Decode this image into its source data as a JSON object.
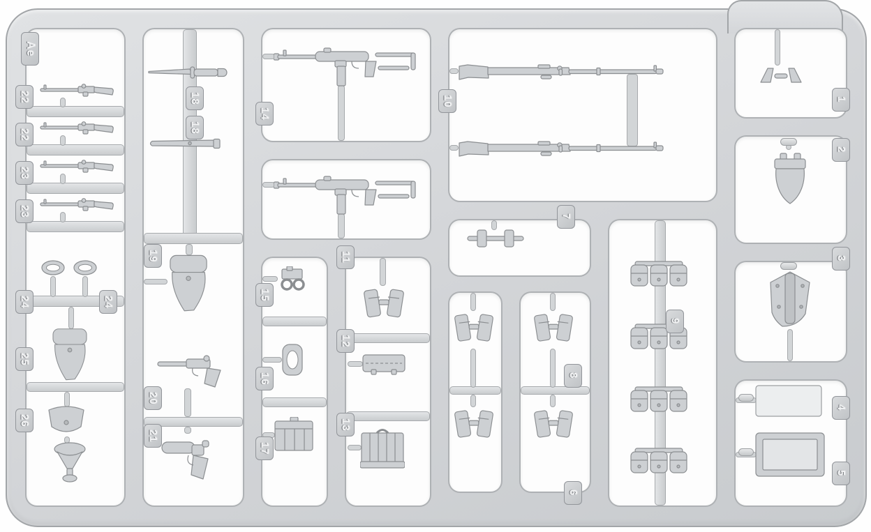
{
  "sprue": {
    "label": "Ae"
  },
  "tags": [
    {
      "id": "22a",
      "label": "22"
    },
    {
      "id": "22b",
      "label": "22"
    },
    {
      "id": "23a",
      "label": "23"
    },
    {
      "id": "23b",
      "label": "23"
    },
    {
      "id": "24a",
      "label": "24"
    },
    {
      "id": "24b",
      "label": "24"
    },
    {
      "id": "25",
      "label": "25"
    },
    {
      "id": "26",
      "label": "26"
    },
    {
      "id": "18a",
      "label": "18"
    },
    {
      "id": "18b",
      "label": "18"
    },
    {
      "id": "19",
      "label": "19"
    },
    {
      "id": "20",
      "label": "20"
    },
    {
      "id": "21",
      "label": "21"
    },
    {
      "id": "14",
      "label": "14"
    },
    {
      "id": "15",
      "label": "15"
    },
    {
      "id": "16",
      "label": "16"
    },
    {
      "id": "17",
      "label": "17"
    },
    {
      "id": "11",
      "label": "11"
    },
    {
      "id": "12",
      "label": "12"
    },
    {
      "id": "13",
      "label": "13"
    },
    {
      "id": "10",
      "label": "10"
    },
    {
      "id": "7",
      "label": "7"
    },
    {
      "id": "8",
      "label": "8"
    },
    {
      "id": "6",
      "label": "6"
    },
    {
      "id": "9",
      "label": "9"
    },
    {
      "id": "1",
      "label": "1"
    },
    {
      "id": "2",
      "label": "2"
    },
    {
      "id": "3",
      "label": "3"
    },
    {
      "id": "4",
      "label": "4"
    },
    {
      "id": "5",
      "label": "5"
    }
  ],
  "colors": {
    "plastic_light": "#e0e2e4",
    "plastic": "#ced1d4",
    "plastic_dark": "#a2a5a8",
    "background": "#fefefe"
  }
}
